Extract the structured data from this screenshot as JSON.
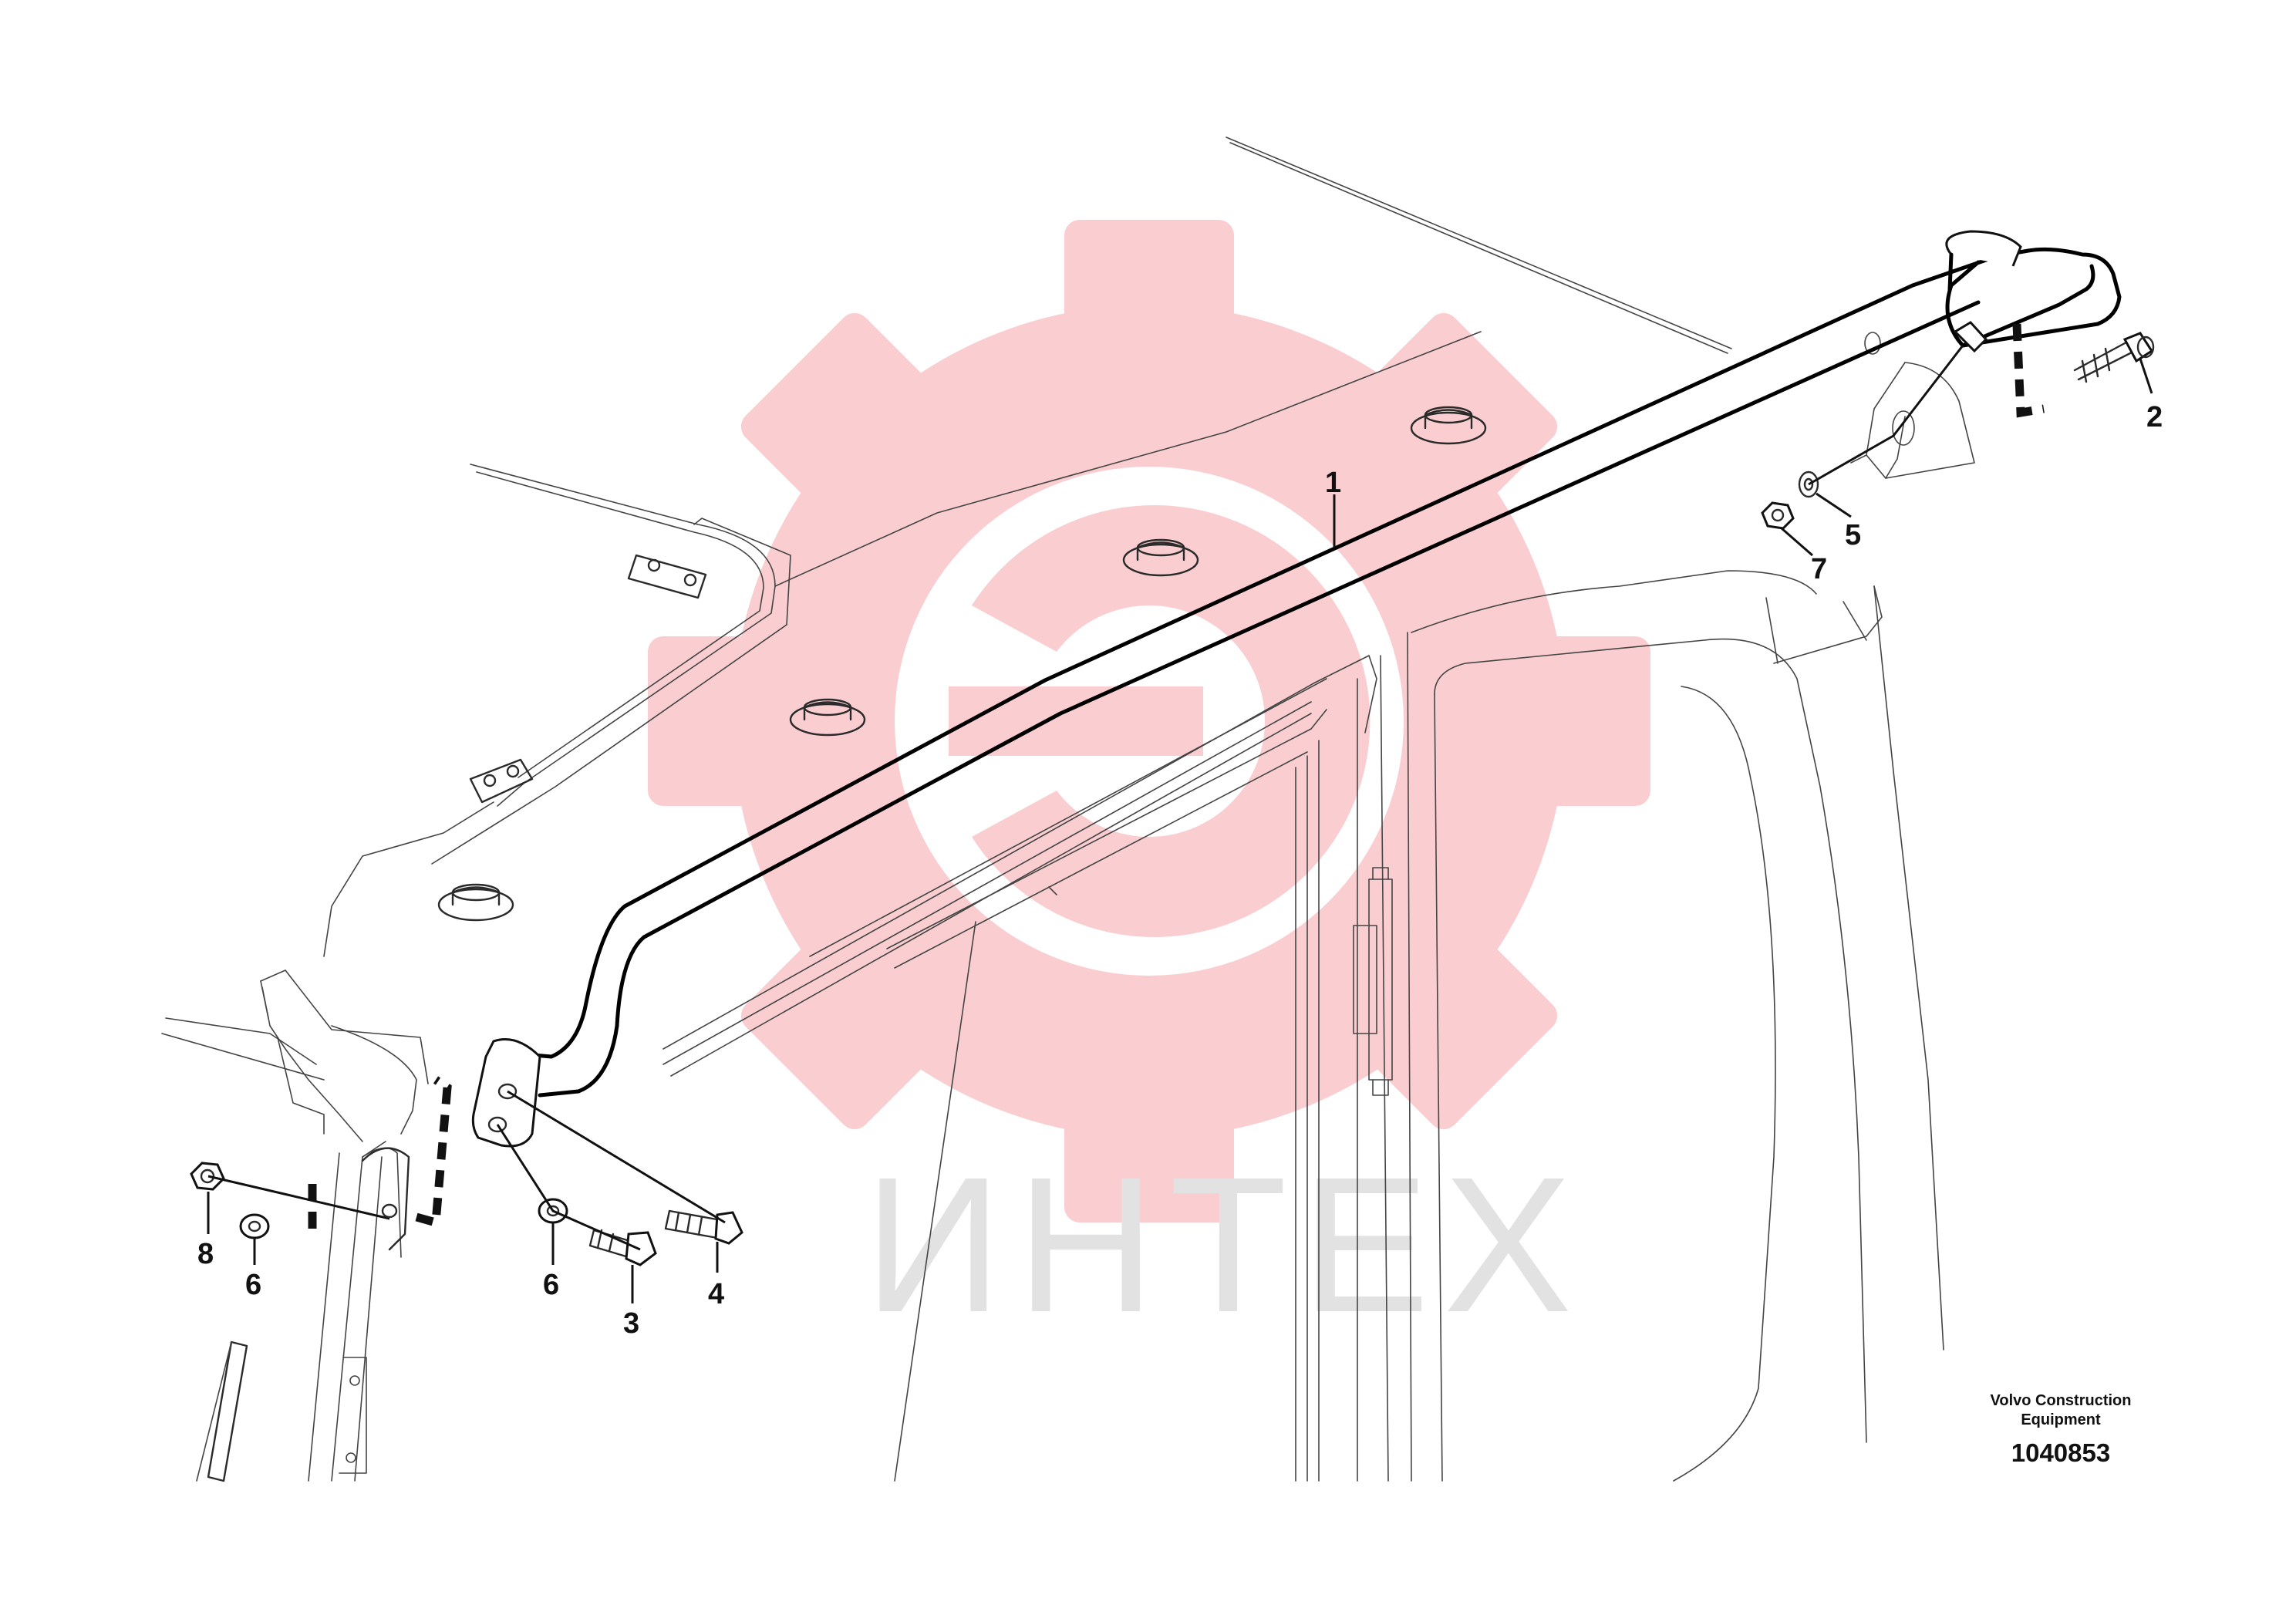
{
  "callouts": {
    "c1": "1",
    "c2": "2",
    "c3": "3",
    "c4": "4",
    "c5": "5",
    "c6a": "6",
    "c6b": "6",
    "c7": "7",
    "c8": "8"
  },
  "credit": {
    "line1": "Volvo Construction",
    "line2": "Equipment"
  },
  "document_number": "1040853",
  "watermark": {
    "text": "ИНТЕХ",
    "logo": "gear-logo",
    "color": "#f6a0a6"
  }
}
